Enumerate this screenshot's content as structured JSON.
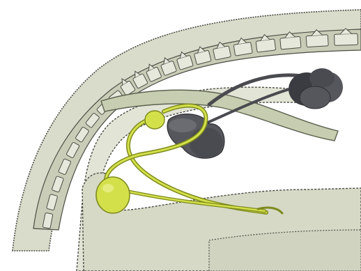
{
  "illustration": {
    "colors": {
      "background": "#ffffff",
      "tissue_fill": "#d9dccb",
      "tissue_dark": "#c4c8b4",
      "outline": "#4a4d44",
      "vertebra_fill": "#e6e8dc",
      "green_organ": "#d4e04a",
      "green_stroke": "#7d8a1c",
      "dark_organ": "#56575d",
      "dark_organ_shade": "#3b3c42",
      "duct_dark": "#4a4b50"
    },
    "parts": [
      "spine",
      "vertebrae",
      "body-wall",
      "kidneys",
      "testis",
      "deferent-ducts",
      "bladder",
      "urethra",
      "pelvis"
    ]
  }
}
